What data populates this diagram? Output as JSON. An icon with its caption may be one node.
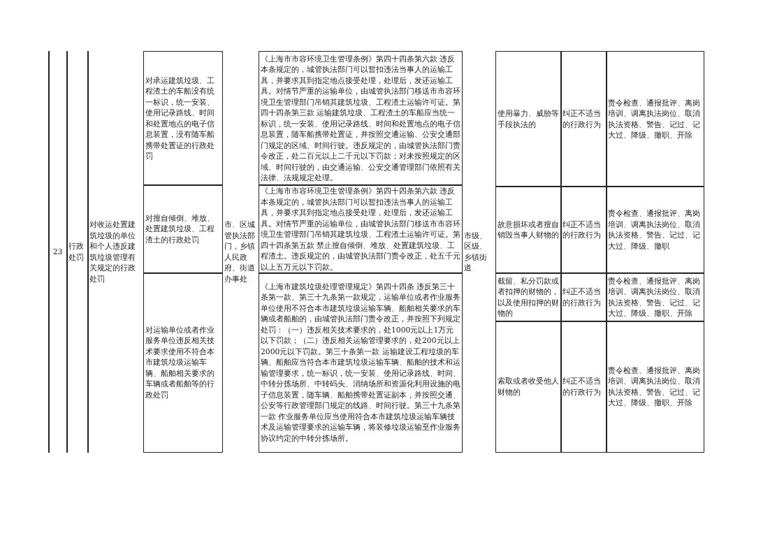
{
  "diagram": {
    "labels": [
      "23",
      "行政处罚",
      "对收运处置建筑垃圾的单位和个人违反建筑垃圾管理有关规定的行政处罚",
      "对承运建筑垃圾、工程渣土的车船没有统一标识，统一安装、使用记录路线、时间和处置地点的电子信息装置，没有随车船携带处置证的行政处罚",
      "市、区城管执法部门，乡镇人民政府、街道办事处",
      "《上海市市容环境卫生管理条例》第四十四条第六款 违反本条规定的，城管执法部门可以暂扣违法当事人的运输工具，并要求其到指定地点接受处理，处理后，发还运输工具。对情节严重的运输单位，由城管执法部门移送市市容环境卫生管理部门吊销其建筑垃圾、工程渣土运输许可证。第四十四条第三款 运输建筑垃圾、工程渣土的车船应当统一标识，统一安装、使用记录路线、时间和处置地点的电子信息装置，随车船携带处置证，并按照交通运输、公安交通部门规定的区域、时间行驶。违反规定的，由城管执法部门责令改正，处二百元以上二千元以下罚款；对未按照规定的区域、时间行驶的，由交通运输、公安交通管理部门依照有关法律、法规规定处理。",
      "市级、区级、乡镇街道",
      "使用暴力、威胁等手段执法的",
      "纠正不适当的行政行为",
      "责令检查、通报批评、离岗培训、调离执法岗位、取消执法资格、警告、记过、记大过、降级、撤职、开除",
      "对擅自倾倒、堆放、处置建筑垃圾、工程渣土的行政处罚",
      "《上海市市容环境卫生管理条例》第四十四条第六款 违反本条规定的，城管执法部门可以暂扣违法当事人的运输工具，并要求其到指定地点接受处理，处理后，发还运输工具。对情节严重的运输单位，由城管执法部门移送市市容环境卫生管理部门吊销其建筑垃圾、工程渣土运输许可证。第四十四条第五款 禁止擅自倾倒、堆放、处置建筑垃圾、工程渣土。违反规定的，由城管执法部门责令改正，处五千元以上五万元以下罚款。",
      "故意损坏或者擅自销毁当事人财物的",
      "纠正不适当的行政行为",
      "责令检查、通报批评、离岗培训、调离执法岗位、取消执法资格、警告、记过、记大过、降级、撤职",
      "对运输单位或者作业服务单位违反相关技术要求使用不符合本市建筑垃圾运输车辆、船舶相关要求的车辆或者船舶等的行政处罚",
      "《上海市建筑垃圾处理管理规定》第四十四条 违反第三十条第一款、第三十九条第一款规定，运输单位或者作业服务单位使用不符合本市建筑垃圾运输车辆、船舶相关要求的车辆或者船舶的，由城管执法部门责令改正，并按照下列规定处罚：（一）违反相关技术要求的，处1000元以上1万元以下罚款；（二）违反相关运输管理要求的，处200元以上2000元以下罚款。第三十条第一款 运输建设工程垃圾的车辆、船舶应当符合本市建筑垃圾运输车辆、船舶的技术和运输管理要求，统一标识，统一安装、使用记录路线、时间、中转分拣场所、中转码头、消纳场所和资源化利用设施的电子信息装置，随车辆、船舶携带处置证副本，并按照交通、公安等行政管理部门规定的线路、时间行驶。第三十九条第一款 作业服务单位应当使用符合本市建筑垃圾运输车辆技术及运输管理要求的运输车辆，将装修垃圾运输至作业服务协议约定的中转分拣场所。",
      "截留、私分罚款或者扣押的财物的，以及使用扣押的财物的",
      "纠正不适当的行政行为",
      "责令检查、通报批评、离岗培训、调离执法岗位、取消执法资格、警告、记过、记大过、降级、撤职、开除",
      "索取或者收受他人财物的",
      "纠正不适当的行政行为",
      "责令检查、通报批评、离岗培训、调离执法岗位、取消执法资格、警告、记过、记大过、降级、撤职、开除"
    ]
  }
}
